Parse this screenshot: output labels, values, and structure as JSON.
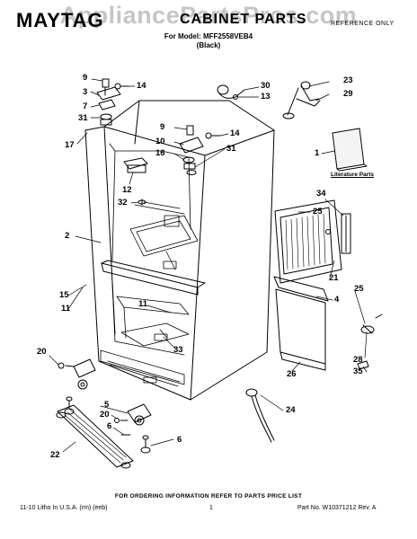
{
  "header": {
    "watermark": "AppliancePartsPros.com",
    "brand": "MAYTAG",
    "title": "CABINET PARTS",
    "reference": "REFERENCE ONLY",
    "model_line": "For Model: MFF2558VEB4",
    "color_line": "(Black)"
  },
  "literature_label": "Literature Parts",
  "footer": {
    "ordering_note": "FOR ORDERING INFORMATION REFER TO PARTS PRICE LIST",
    "left": "11-10 Litho In U.S.A. (rm) (eeb)",
    "page": "1",
    "part_no": "Part No. W10371212 Rev. A"
  },
  "callouts": [
    "9",
    "14",
    "3",
    "7",
    "31",
    "17",
    "30",
    "13",
    "23",
    "29",
    "9",
    "14",
    "10",
    "16",
    "31",
    "1",
    "12",
    "32",
    "34",
    "25",
    "2",
    "21",
    "4",
    "15",
    "11",
    "25",
    "11",
    "33",
    "28",
    "35",
    "20",
    "26",
    "5",
    "20",
    "6",
    "24",
    "22",
    "6"
  ]
}
